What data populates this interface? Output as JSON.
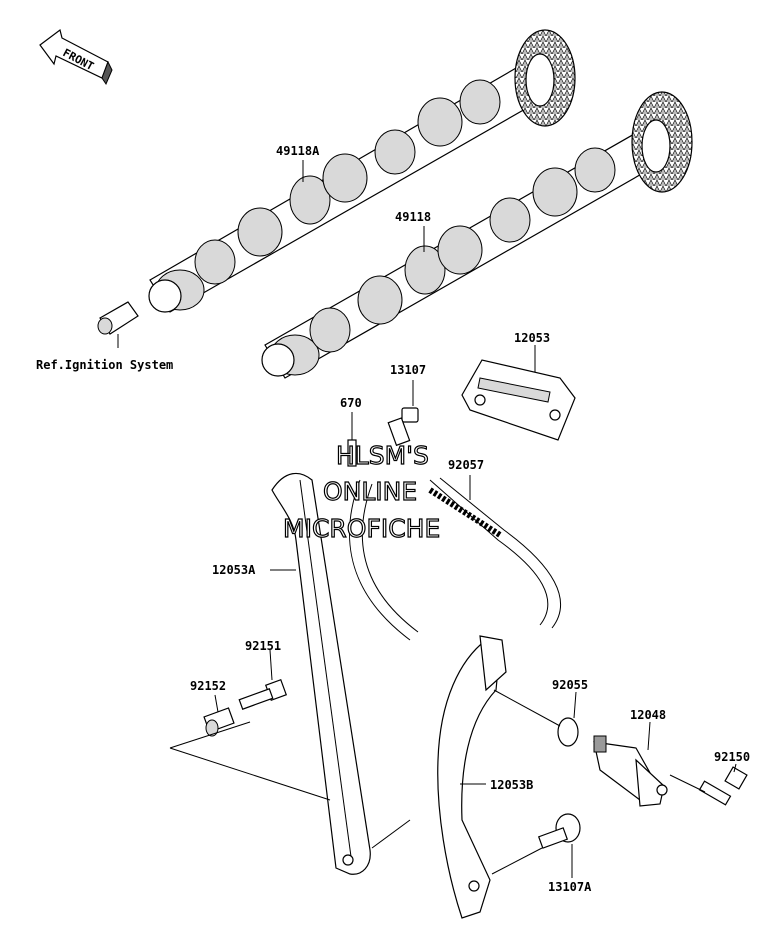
{
  "front_marker": "FRONT",
  "labels": {
    "cam_49118A": "49118A",
    "cam_49118": "49118",
    "ref_ignition": "Ref.Ignition System",
    "cover_12053": "12053",
    "bolt_13107": "13107",
    "part_670": "670",
    "chain_92057": "92057",
    "guide_12053A": "12053A",
    "bolt_92151": "92151",
    "collar_92152": "92152",
    "oring_92055": "92055",
    "tensioner_12048": "12048",
    "bolt_92150": "92150",
    "guide_12053B": "12053B",
    "bolt_13107A": "13107A"
  },
  "watermark": {
    "line1": "HLSM'S",
    "line2": "ONLINE",
    "line3": "MICROFICHE"
  }
}
